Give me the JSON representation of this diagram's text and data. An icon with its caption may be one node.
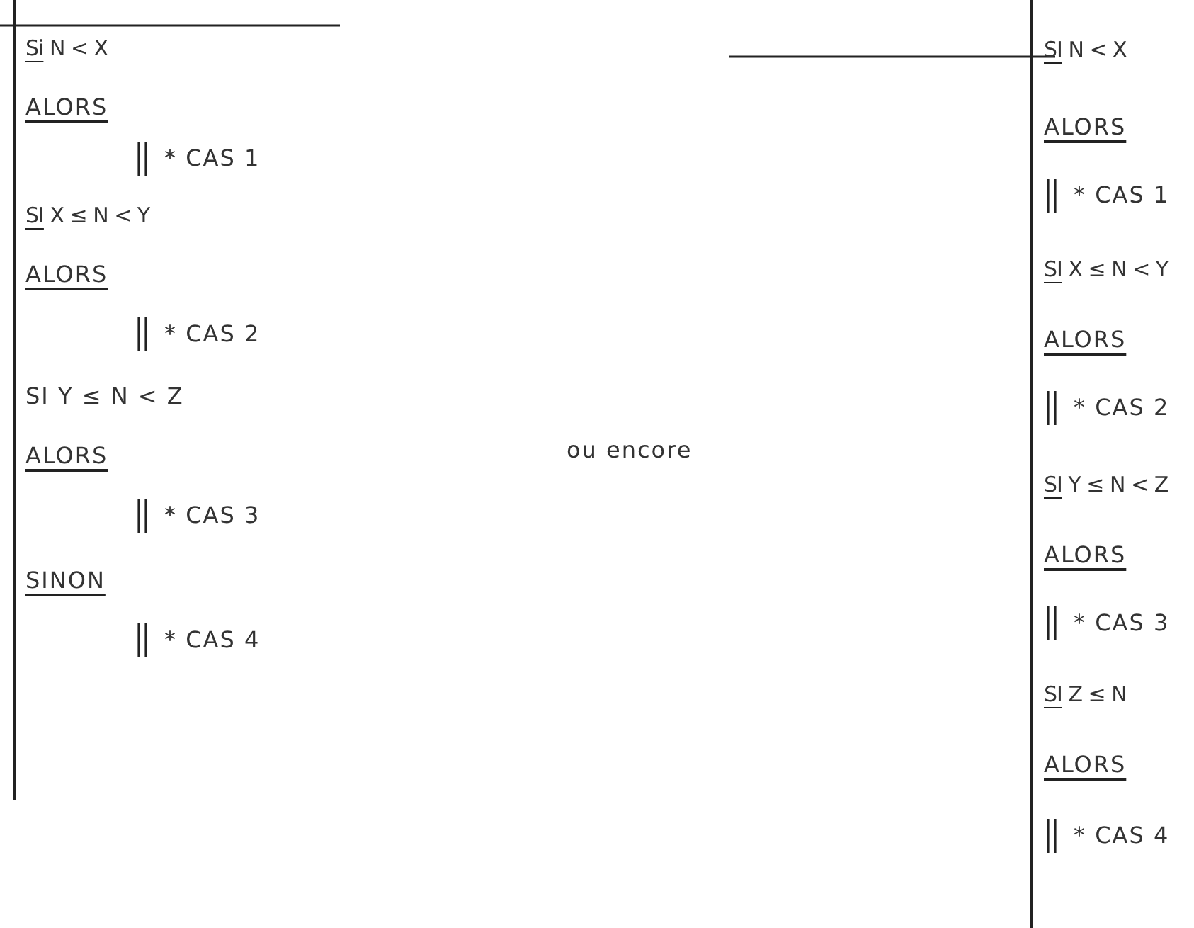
{
  "diagram": {
    "labels": [
      "Si N < X",
      "ALORS",
      "* CAS 1",
      "SI X ≤ N < Y",
      "ALORS",
      "* CAS 2",
      "SI Y ≤ N < Z",
      "ALORS",
      "* CAS 3",
      "SINON",
      "* CAS 4",
      "ou encore",
      "SI N < X",
      "ALORS",
      "* CAS 1",
      "SI X ≤ N < Y",
      "ALORS",
      "* CAS 2",
      "SI Y ≤ N < Z",
      "ALORS",
      "* CAS 3",
      "SI Z ≤ N",
      "ALORS",
      "* CAS 4"
    ]
  }
}
